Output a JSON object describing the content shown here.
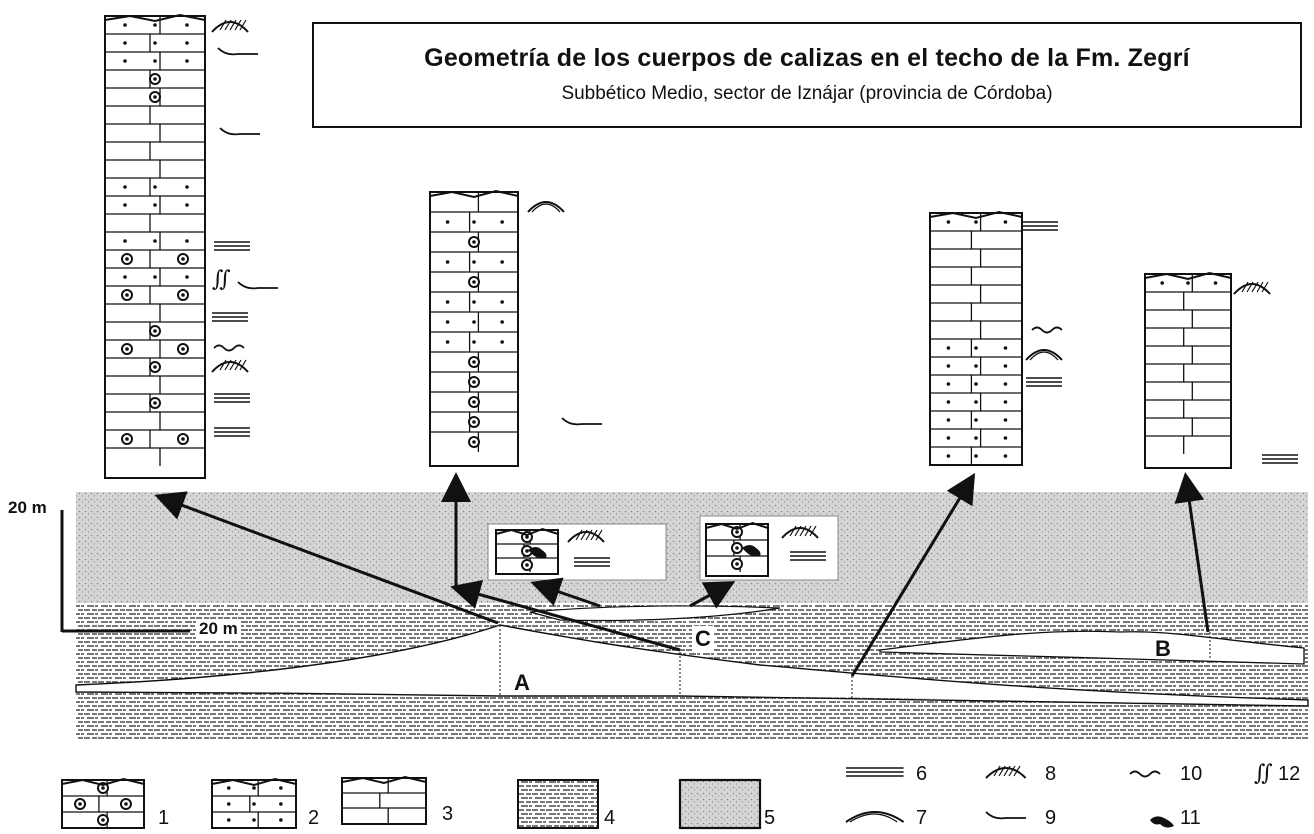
{
  "title": "Geometría de los cuerpos de calizas en el techo de la Fm. Zegrí",
  "subtitle": "Subbético Medio, sector de Iznájar (provincia de Córdoba)",
  "scale": {
    "vertical": "20 m",
    "horizontal": "20 m"
  },
  "bodies": {
    "a": "A",
    "b": "B",
    "c": "C"
  },
  "legend": {
    "n1": "1",
    "n2": "2",
    "n3": "3",
    "n4": "4",
    "n5": "5",
    "n6": "6",
    "n7": "7",
    "n8": "8",
    "n9": "9",
    "n10": "10",
    "n11": "11",
    "n12": "12"
  },
  "colors": {
    "ink": "#111111",
    "marl": "#6f6f6f",
    "stipple": "#c9c9c9",
    "paper": "#ffffff"
  }
}
